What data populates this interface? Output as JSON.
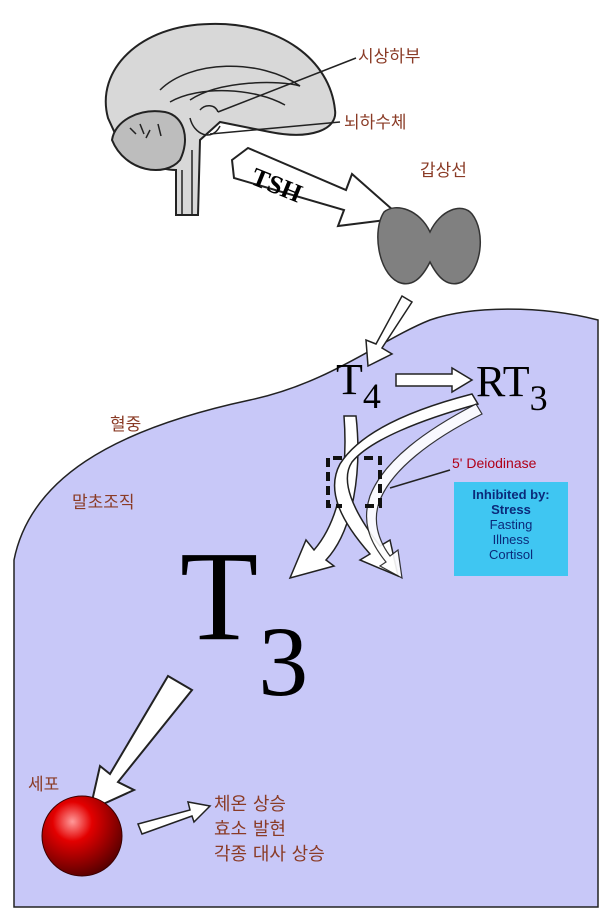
{
  "labels": {
    "hypothalamus": "시상하부",
    "pituitary": "뇌하수체",
    "thyroid": "갑상선",
    "tsh": "TSH",
    "blood": "혈중",
    "peripheral_tissue": "말초조직",
    "cell": "세포"
  },
  "hormones": {
    "t4_letter": "T",
    "t4_sub": "4",
    "rt3_letters": "RT",
    "rt3_sub": "3",
    "t3_letter": "T",
    "t3_sub": "3"
  },
  "enzyme": {
    "name": "5' Deiodinase",
    "inhibited_title": "Inhibited by:",
    "inhibitors": [
      "Stress",
      "Fasting",
      "Illness",
      "Cortisol"
    ]
  },
  "effects": [
    "체온 상승",
    "효소 발현",
    "각종 대사 상승"
  ],
  "colors": {
    "tissue_fill": "#c8c8f8",
    "label_text": "#8a3b26",
    "enzyme_text": "#b00018",
    "box_fill": "#3fc6f2",
    "box_text": "#0b2a7a",
    "thyroid_fill": "#808080",
    "cell_fill": "#d10000"
  },
  "icons": [
    "brain-icon",
    "thyroid-gland-icon",
    "cell-sphere-icon",
    "bracket-icon"
  ]
}
